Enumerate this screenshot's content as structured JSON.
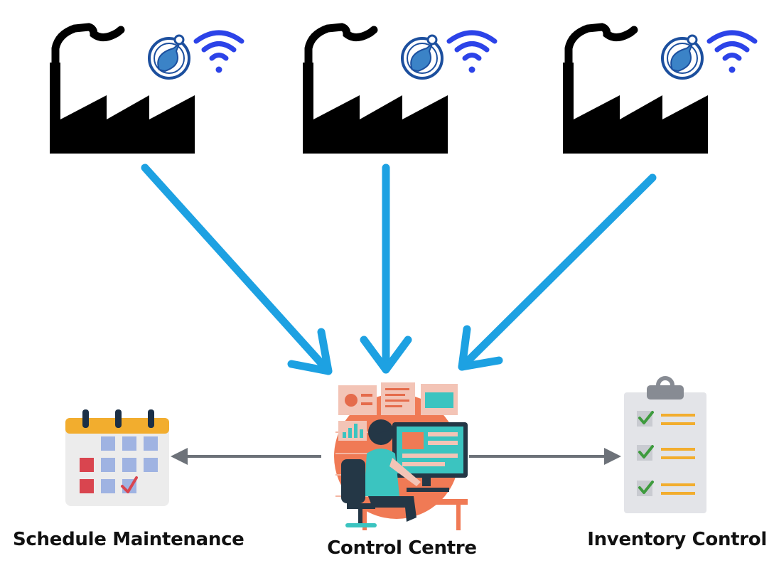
{
  "labels": {
    "schedule": "Schedule Maintenance",
    "control": "Control Centre",
    "inventory": "Inventory Control"
  },
  "icons": {
    "factory": "factory-icon",
    "sensor": "gauge-sensor-icon",
    "wifi": "wifi-signal-icon",
    "calendar": "calendar-icon",
    "operator": "control-centre-operator-icon",
    "clipboard": "clipboard-checklist-icon"
  },
  "colors": {
    "flow_arrow": "#1da1e2",
    "side_arrow": "#6d7279",
    "factory": "#000000",
    "wifi": "#2c43e8",
    "sensor": "#1c4f9e",
    "calendar_header": "#f2ad2e",
    "checkmark": "#3e9b3e",
    "checklist_line": "#f2ad2e"
  }
}
